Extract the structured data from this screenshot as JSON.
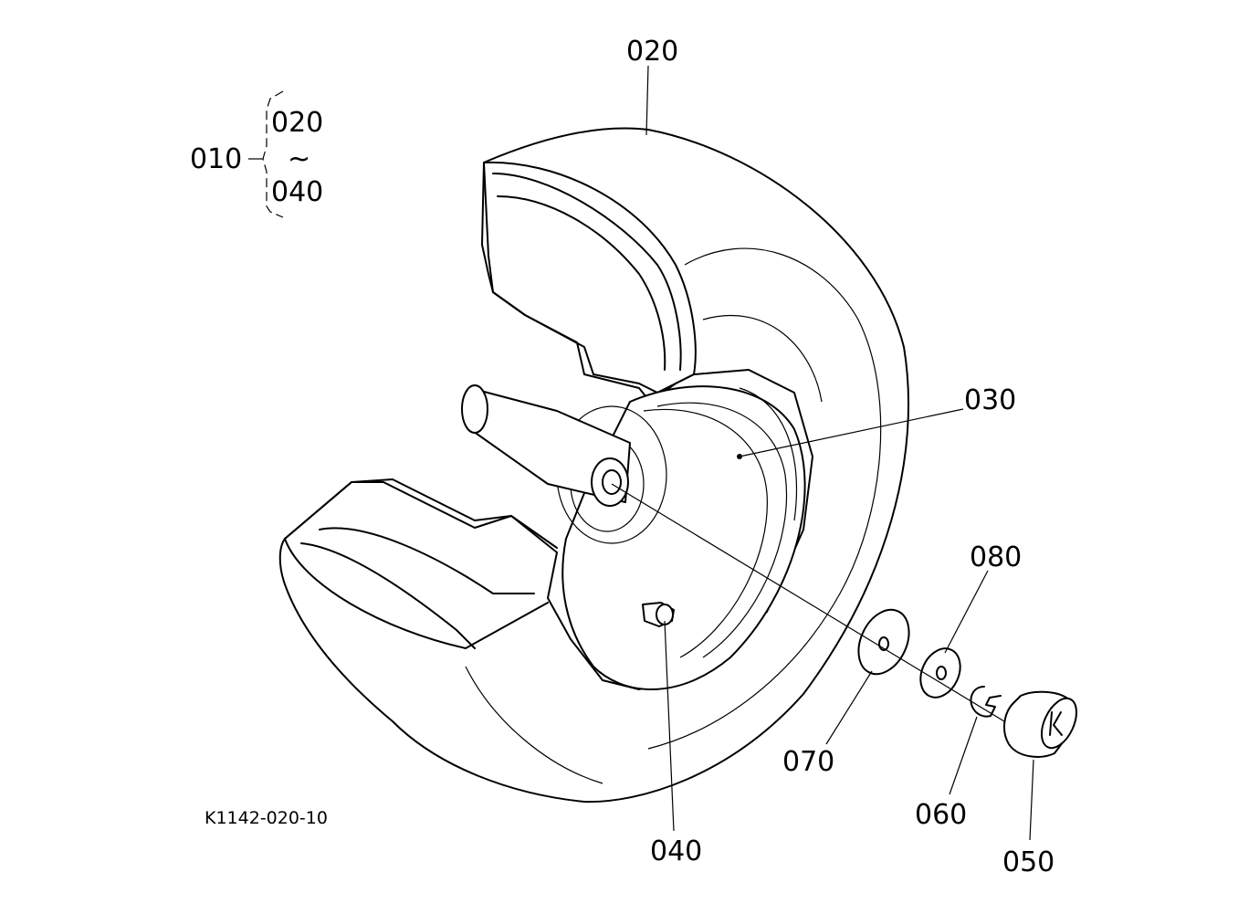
{
  "callouts": {
    "assembly": "010",
    "range_start": "020",
    "range_sep": "~",
    "range_end": "040",
    "tire": "020",
    "rim": "030",
    "valve": "040",
    "cap": "050",
    "clip": "060",
    "washer_large": "070",
    "washer_small": "080"
  },
  "figure_code": "K1142-020-10"
}
